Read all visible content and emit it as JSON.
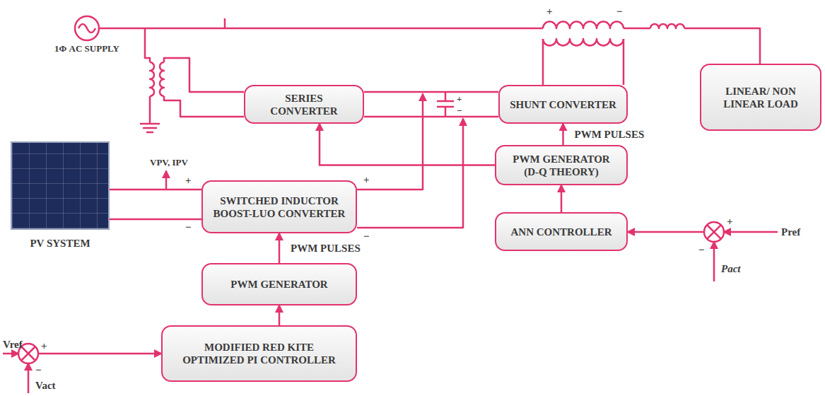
{
  "diagram": {
    "nodes": [
      {
        "text": [
          "SERIES CONVERTER"
        ]
      },
      {
        "text": [
          "SHUNT CONVERTER"
        ]
      },
      {
        "text": [
          "LINEAR/ NON LINEAR LOAD"
        ]
      },
      {
        "text": [
          "PV SYSTEM"
        ]
      },
      {
        "text": [
          "SWITCHED INDUCTOR BOOST-LUO CONVERTER"
        ]
      },
      {
        "text": [
          "PWM GENERATOR (D-Q THEORY)"
        ]
      },
      {
        "text": [
          "ANN CONTROLLER"
        ]
      },
      {
        "text": [
          "PWM GENERATOR"
        ]
      },
      {
        "text": [
          "MODIFIED RED KITE OPTIMIZED PI CONTROLLER"
        ]
      }
    ],
    "edges": [
      {
        "from": 0,
        "to": 1,
        "arrow": "none"
      },
      {
        "from": 3,
        "to": 4,
        "arrow": "none"
      },
      {
        "from": 3,
        "to": 4,
        "arrow": "none"
      },
      {
        "from": 5,
        "to": 1,
        "label": "PWM PULSES",
        "arrow": "to"
      },
      {
        "from": 5,
        "to": 0,
        "arrow": "to"
      },
      {
        "from": 6,
        "to": 5,
        "arrow": "to"
      },
      {
        "from": 7,
        "to": 4,
        "label": "PWM PULSES",
        "arrow": "to"
      },
      {
        "from": 8,
        "to": 7,
        "arrow": "to"
      }
    ],
    "labels": [
      "1Φ AC SUPPLY",
      "+",
      "−",
      "+",
      "−",
      "VPV, IPV",
      "+",
      "−",
      "+",
      "−",
      "+",
      "−",
      "Pref",
      "Pact",
      "+",
      "−",
      "Vref",
      "Vact"
    ]
  }
}
